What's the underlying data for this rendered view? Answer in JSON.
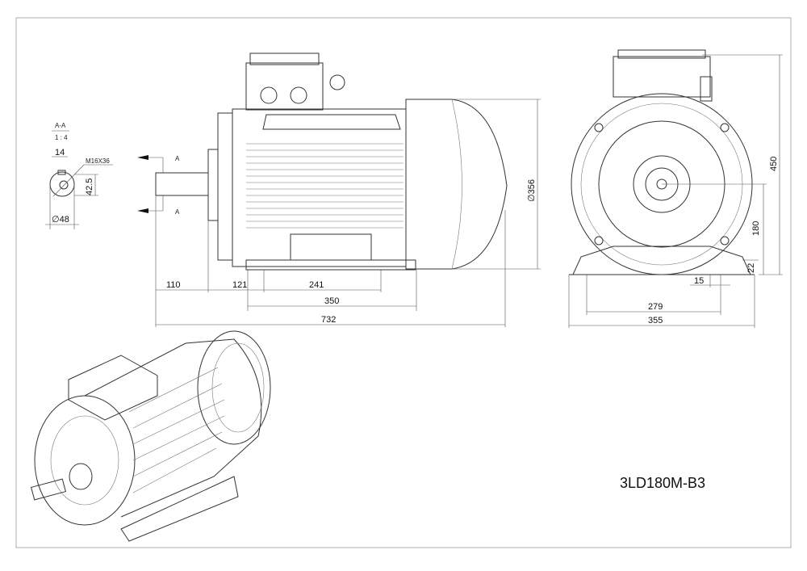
{
  "drawing": {
    "model": "3LD180M-B3",
    "section": {
      "label": "A-A",
      "scale": "1 : 4",
      "marker_top": "A",
      "marker_bottom": "A"
    },
    "shaft_detail": {
      "key_width": "14",
      "thread": "M16X36",
      "key_height": "42.5",
      "diameter": "∅48"
    },
    "side_view": {
      "shaft_length": "110",
      "flange_to_foot": "121",
      "foot_hole_spacing": "241",
      "foot_length": "350",
      "overall_length": "732",
      "body_diameter": "∅356"
    },
    "front_view": {
      "overall_height": "450",
      "shaft_height": "180",
      "foot_thickness": "22",
      "hole_diameter": "15",
      "foot_hole_width": "279",
      "overall_width": "355"
    }
  }
}
